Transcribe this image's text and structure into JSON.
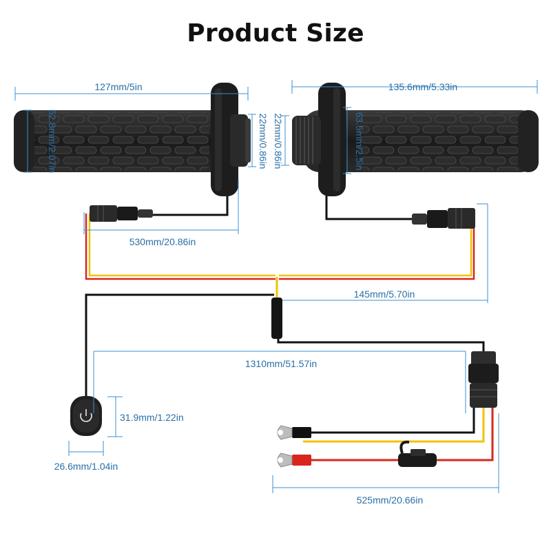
{
  "title": "Product Size",
  "dimensions": {
    "left_grip_length": "127mm/5in",
    "left_grip_diameter": "52.8mm/2.07in",
    "left_throttle_diameter": "22mm/0.86in",
    "right_throttle_diameter": "22mm/0.86in",
    "right_grip_length": "135.6mm/5.33in",
    "right_grip_diameter": "63.5mm/2.5in",
    "left_cable": "530mm/20.86in",
    "right_cable": "145mm/5.70in",
    "main_cable": "1310mm/51.57in",
    "switch_height": "31.9mm/1.22in",
    "switch_width": "26.6mm/1.04in",
    "power_cable": "525mm/20.66in"
  },
  "colors": {
    "dimension_line": "#3b8fd0",
    "dimension_text": "#2a6fa6",
    "grip_body": "#1d1d1d",
    "wire_red": "#d9261c",
    "wire_yellow": "#f2c200",
    "wire_black": "#111111"
  },
  "icons": [
    "power-icon",
    "fuse-icon",
    "connector-icon",
    "ring-terminal-icon"
  ]
}
